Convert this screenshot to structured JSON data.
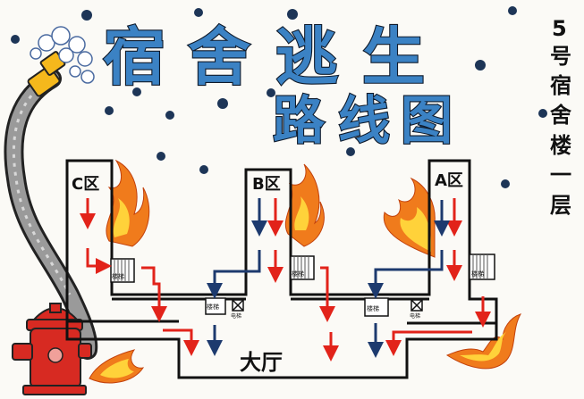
{
  "title_line1": [
    "宿",
    "舍",
    "逃",
    "生"
  ],
  "title_line2": [
    "路",
    "线",
    "图"
  ],
  "side_label": [
    "5",
    "号",
    "宿",
    "舍",
    "楼",
    "一",
    "层"
  ],
  "zones": {
    "c": "C区",
    "b": "B区",
    "a": "A区"
  },
  "hall_label": "大厅",
  "room_labels": {
    "stairs": "楼梯",
    "elevator": "电梯"
  },
  "colors": {
    "title_blue": "#3b82c4",
    "arrow_red": "#e2231a",
    "arrow_navy": "#1d3a6e",
    "flame_orange": "#f07b1c",
    "flame_yellow": "#ffd23a",
    "hydrant_red": "#d72a22",
    "hose_gray": "#9a9a9a",
    "dot_navy": "#1d3557"
  }
}
